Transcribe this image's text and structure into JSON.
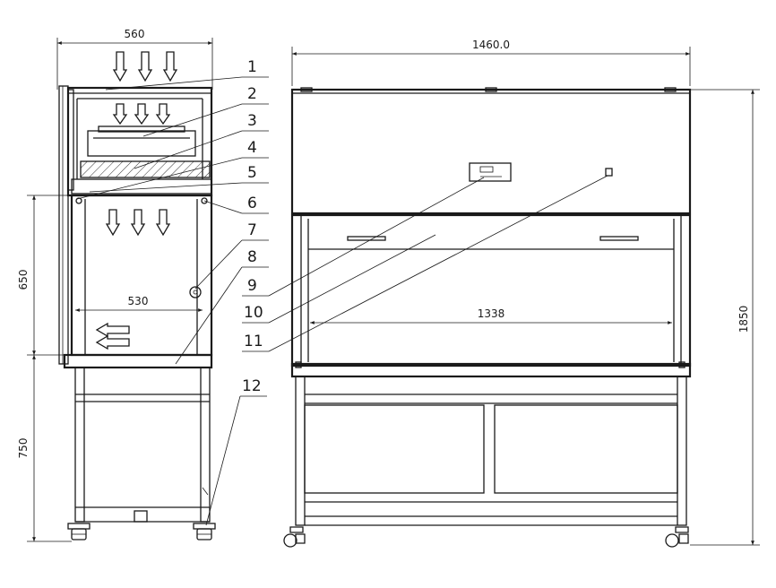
{
  "dimensions": {
    "side_width": "560",
    "front_width": "1460.0",
    "inner_width": "1338",
    "total_height": "1850",
    "work_height": "650",
    "stand_height": "750",
    "inner_depth": "530"
  },
  "callouts": [
    "1",
    "2",
    "3",
    "4",
    "5",
    "6",
    "7",
    "8",
    "9",
    "10",
    "11",
    "12"
  ]
}
